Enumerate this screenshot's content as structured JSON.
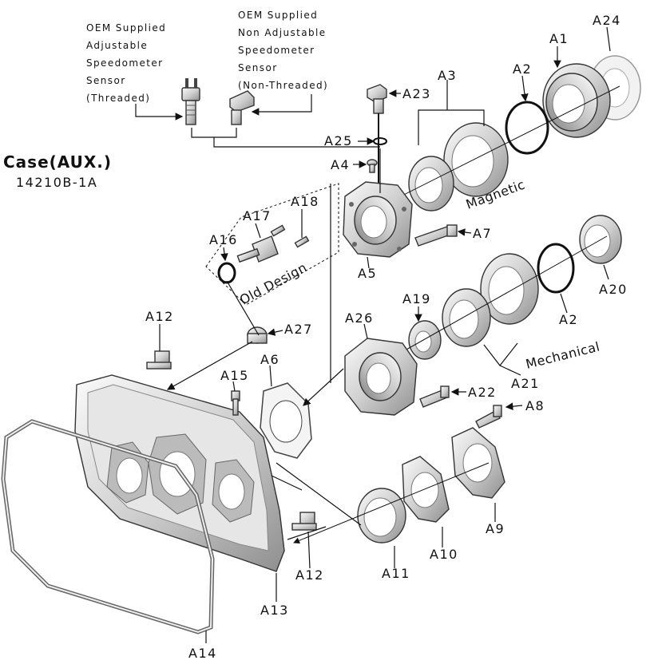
{
  "title": {
    "name": "Case(AUX.)",
    "part_number": "14210B-1A"
  },
  "sensor_notes": {
    "adjustable": [
      "OEM Supplied",
      "Adjustable",
      "Speedometer",
      "Sensor",
      "(Threaded)"
    ],
    "non_adjustable": [
      "OEM Supplied",
      "Non Adjustable",
      "Speedometer",
      "Sensor",
      "(Non-Threaded)"
    ]
  },
  "group_labels": {
    "magnetic": "Magnetic",
    "mechanical": "Mechanical",
    "old_design": "Old Design"
  },
  "callouts": {
    "A1": "A1",
    "A2_top": "A2",
    "A2_mid": "A2",
    "A3": "A3",
    "A4": "A4",
    "A5": "A5",
    "A6": "A6",
    "A7": "A7",
    "A8": "A8",
    "A9": "A9",
    "A10": "A10",
    "A11": "A11",
    "A12_top": "A12",
    "A12_bottom": "A12",
    "A13": "A13",
    "A14": "A14",
    "A15": "A15",
    "A16": "A16",
    "A17": "A17",
    "A18": "A18",
    "A19": "A19",
    "A20": "A20",
    "A21": "A21",
    "A22": "A22",
    "A23": "A23",
    "A24": "A24",
    "A25": "A25",
    "A26": "A26",
    "A27": "A27"
  },
  "colors": {
    "line": "#111111",
    "metal_light": "#eeeeee",
    "metal_mid": "#c8c8c8",
    "metal_dark": "#8a8a8a"
  }
}
